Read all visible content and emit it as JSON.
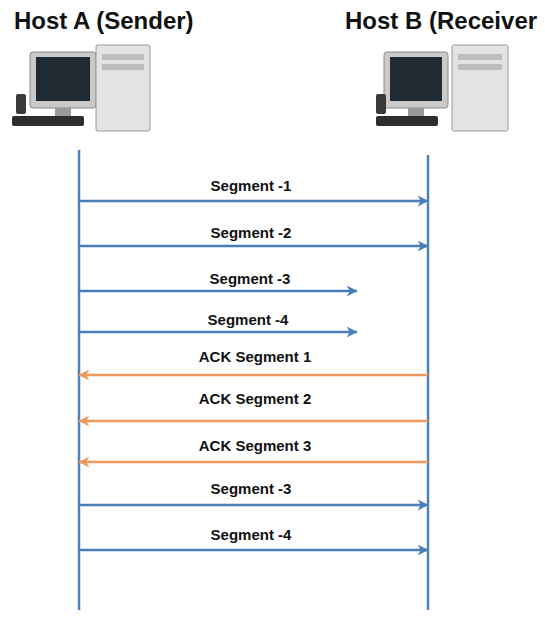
{
  "diagram": {
    "nodes": [
      {
        "text": [
          "Host A (Sender)"
        ]
      },
      {
        "text": [
          "Host B (Receiver"
        ]
      }
    ],
    "edges": [
      {
        "from": 0,
        "to": 1,
        "label": "Segment -1",
        "arrow": "to"
      },
      {
        "from": 0,
        "to": 1,
        "label": "Segment -2",
        "arrow": "to"
      },
      {
        "from": 1,
        "to": 0,
        "label": "ACK Segment 1",
        "arrow": "to"
      },
      {
        "from": 1,
        "to": 0,
        "label": "ACK Segment 2",
        "arrow": "to"
      },
      {
        "from": 1,
        "to": 0,
        "label": "ACK Segment 3",
        "arrow": "to"
      },
      {
        "from": 0,
        "to": 1,
        "label": "Segment -3",
        "arrow": "to"
      },
      {
        "from": 0,
        "to": 1,
        "label": "Segment -4",
        "arrow": "to"
      }
    ],
    "labels": [
      "Segment -3",
      "Segment -4"
    ]
  }
}
